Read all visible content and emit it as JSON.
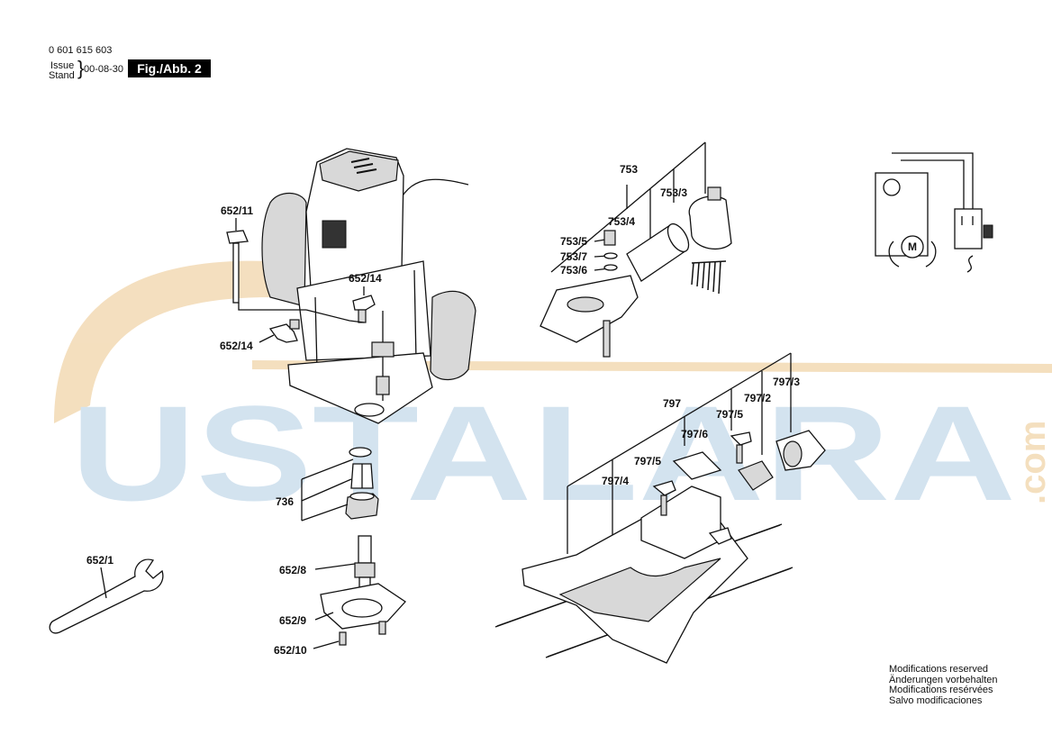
{
  "header": {
    "part_number": "0 601 615 603",
    "issue_label": "Issue",
    "stand_label": "Stand",
    "date": "00-08-30",
    "figure": "Fig./Abb. 2"
  },
  "watermark": {
    "text": "USTALARA",
    "suffix": ".com",
    "color_blue": "#cfe0ee",
    "color_orange": "#f3dcb8"
  },
  "labels": {
    "l652_11": "652/11",
    "l652_14a": "652/14",
    "l652_14b": "652/14",
    "l736": "736",
    "l652_1": "652/1",
    "l652_8": "652/8",
    "l652_9": "652/9",
    "l652_10": "652/10",
    "l753": "753",
    "l753_3": "753/3",
    "l753_4": "753/4",
    "l753_5": "753/5",
    "l753_7": "753/7",
    "l753_6": "753/6",
    "l797": "797",
    "l797_3": "797/3",
    "l797_2": "797/2",
    "l797_5a": "797/5",
    "l797_6": "797/6",
    "l797_5b": "797/5",
    "l797_4": "797/4",
    "motor": "M"
  },
  "notes": [
    "Modifications reserved",
    "Änderungen vorbehalten",
    "Modifications resérvées",
    "Salvo modificaciones"
  ]
}
